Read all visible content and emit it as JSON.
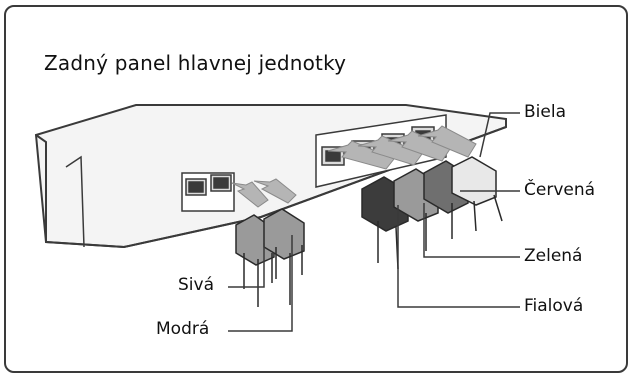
{
  "title": "Zadný panel hlavnej jednotky",
  "labels": {
    "biela": "Biela",
    "cervena": "Červená",
    "zelena": "Zelená",
    "fialova": "Fialová",
    "siva": "Sivá",
    "modra": "Modrá"
  },
  "colors": {
    "line": "#3a3a3a",
    "arrow": "#b5b5b5",
    "plug_light": "#e8e8e8",
    "plug_mid": "#9a9a9a",
    "plug_dark": "#3c3c3c"
  }
}
